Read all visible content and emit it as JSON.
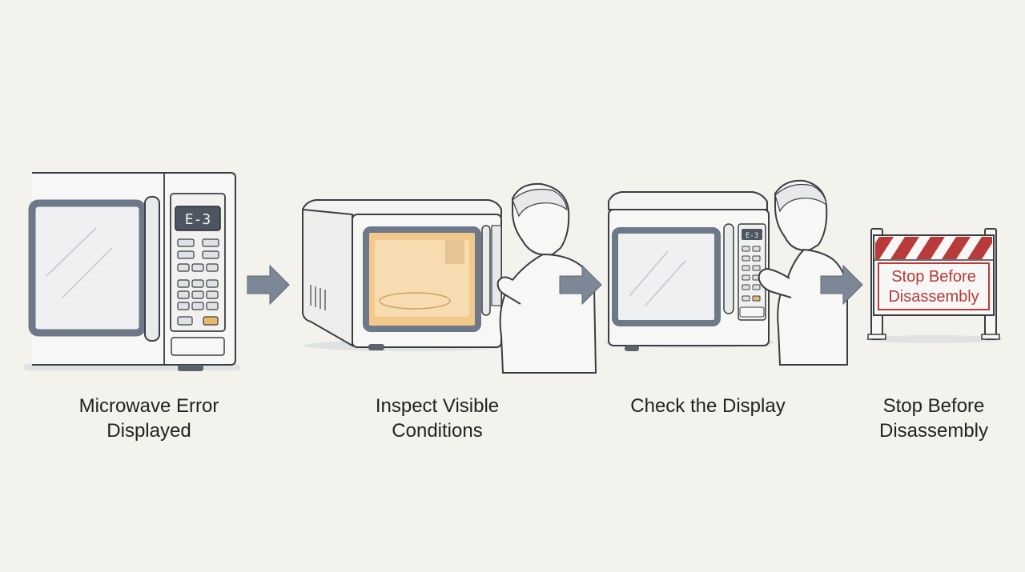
{
  "steps": [
    {
      "label": "Microwave Error\nDisplayed"
    },
    {
      "label": "Inspect Visible\nConditions"
    },
    {
      "label": "Check the Display"
    },
    {
      "label": "Stop Before\nDisassembly"
    }
  ],
  "microwave": {
    "error_code": "E-3"
  },
  "sign": {
    "line1": "Stop Before",
    "line2": "Disassembly"
  },
  "colors": {
    "background": "#f4f2ec",
    "ink": "#3a3d42",
    "window_frame": "#6d7888",
    "glass": "#eef0f1",
    "arrow": "#7d8896",
    "interior_glow": "#f2c98a",
    "sign_red": "#b83a3a",
    "start_button": "#e8b870"
  }
}
